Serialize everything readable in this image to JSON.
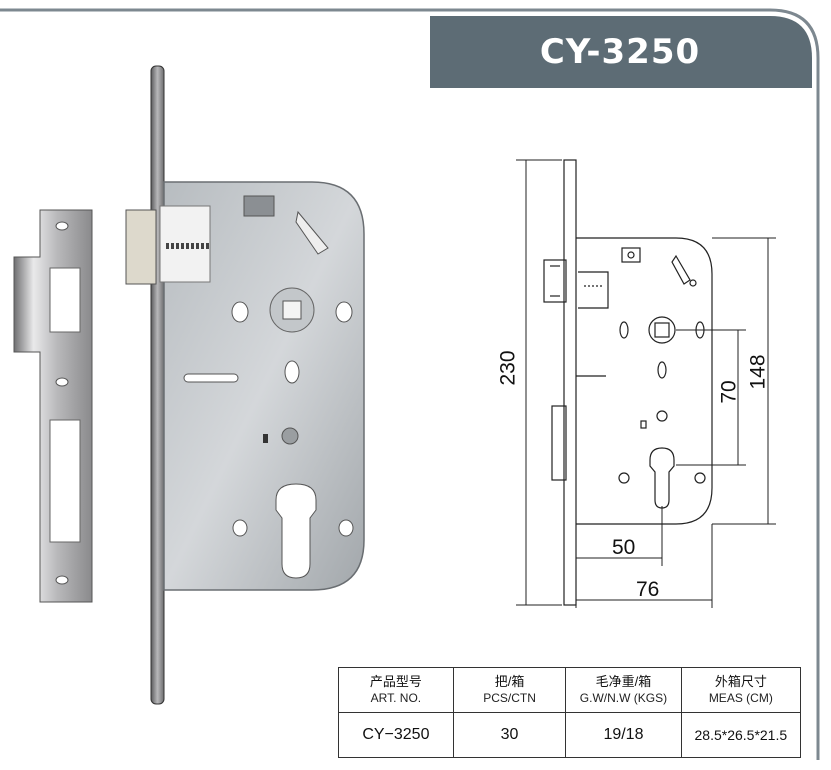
{
  "header": {
    "model": "CY-3250",
    "banner_color": "#5d6c75"
  },
  "drawing": {
    "dim_total_height": "230",
    "dim_case_height": "148",
    "dim_centers": "70",
    "dim_backset": "50",
    "dim_case_width": "76"
  },
  "spec_table": {
    "headers": [
      {
        "cn": "产品型号",
        "en": "ART. NO."
      },
      {
        "cn": "把/箱",
        "en": "PCS/CTN"
      },
      {
        "cn": "毛净重/箱",
        "en": "G.W/N.W (KGS)"
      },
      {
        "cn": "外箱尺寸",
        "en": "MEAS (CM)"
      }
    ],
    "row": [
      "CY−3250",
      "30",
      "19/18",
      "28.5*26.5*21.5"
    ]
  }
}
